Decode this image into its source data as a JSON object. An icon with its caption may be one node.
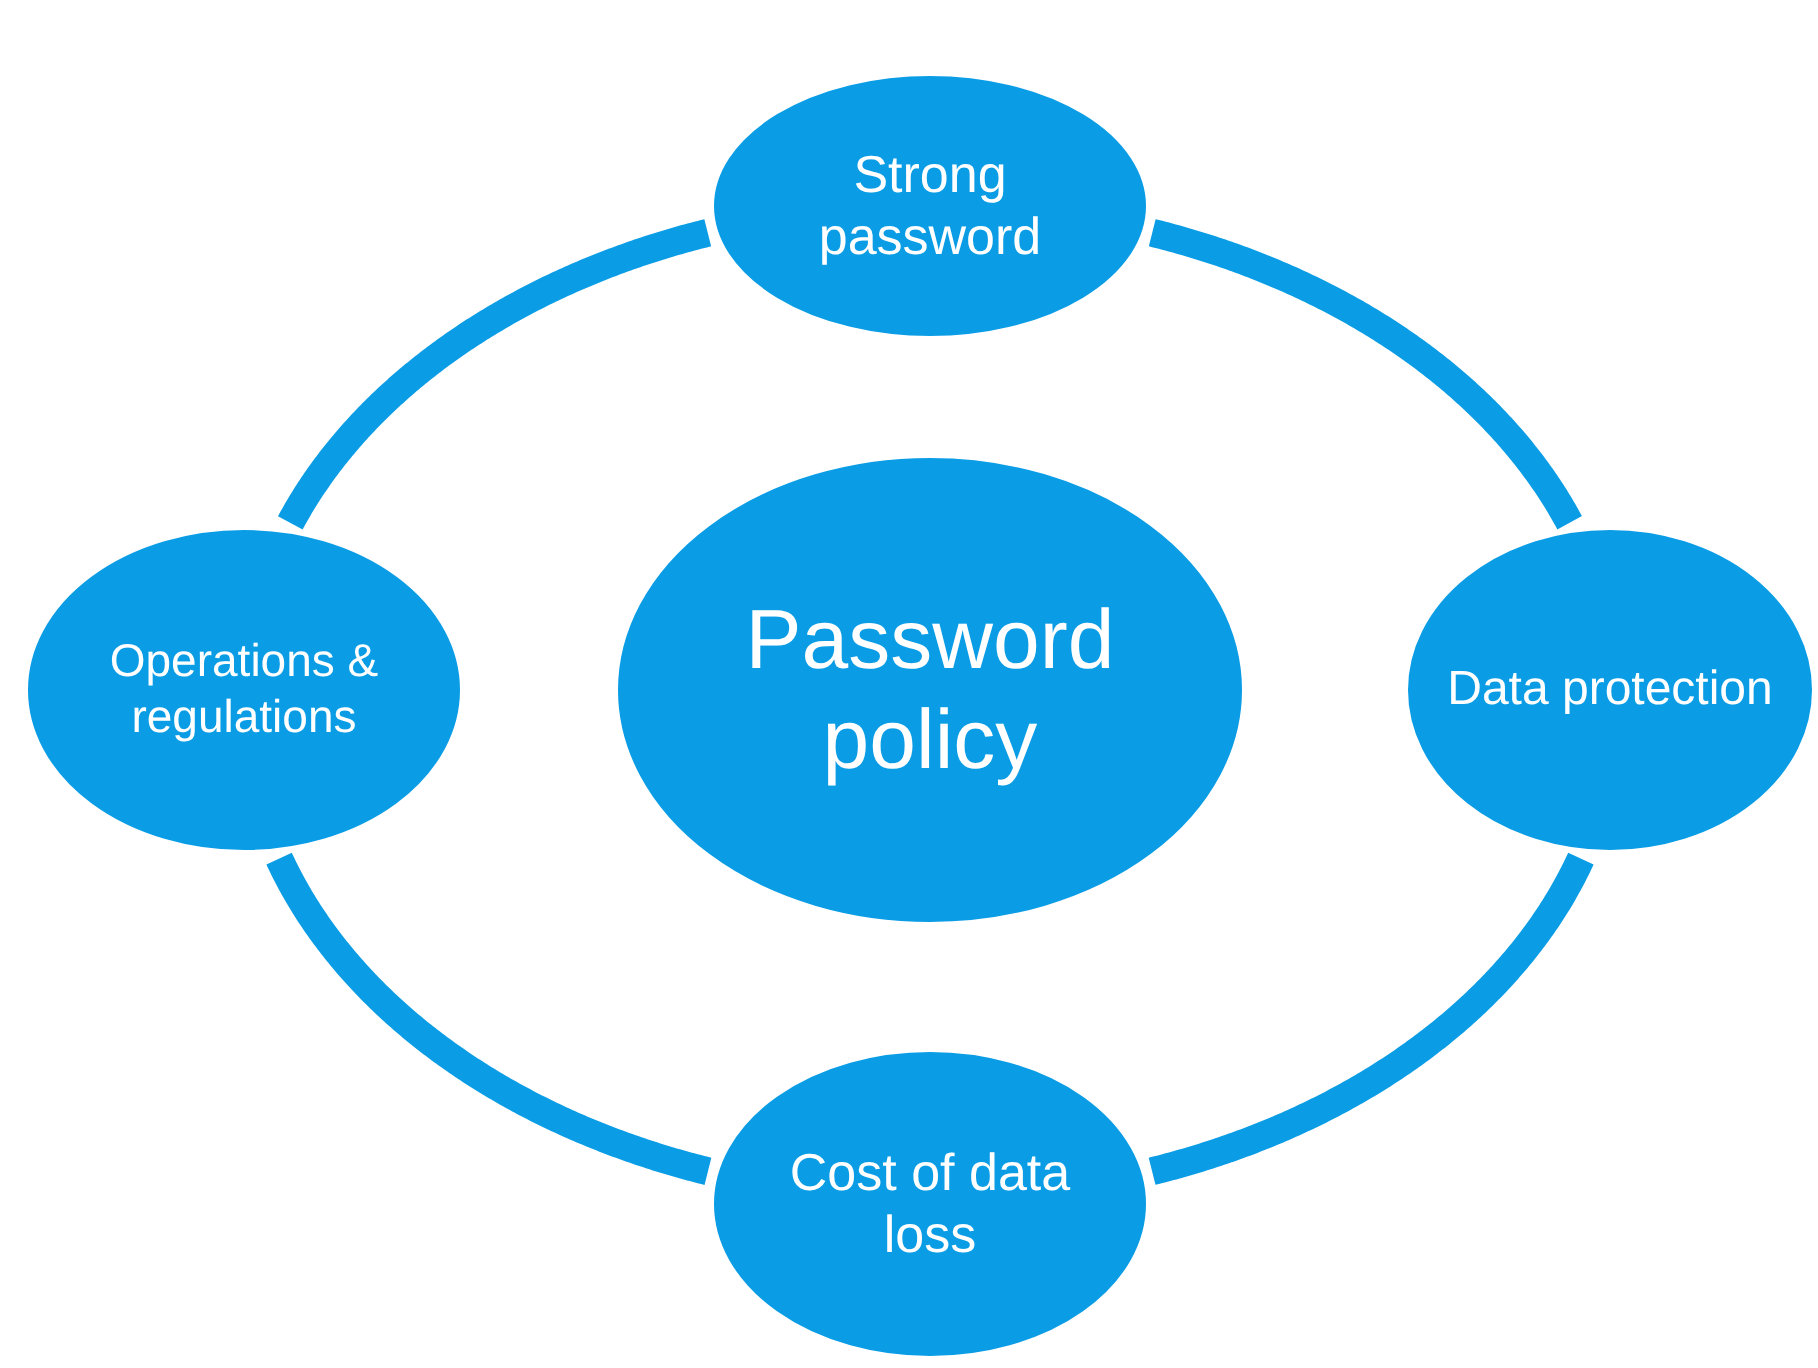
{
  "diagram": {
    "nodes": [
      {
        "text": [
          "Password policy"
        ]
      },
      {
        "text": [
          "Strong password"
        ]
      },
      {
        "text": [
          "Data protection"
        ]
      },
      {
        "text": [
          "Cost of data loss"
        ]
      },
      {
        "text": [
          "Operations & regulations"
        ]
      }
    ],
    "edges": [
      {
        "from": 1,
        "to": 2,
        "arrow": "none"
      },
      {
        "from": 2,
        "to": 3,
        "arrow": "none"
      },
      {
        "from": 3,
        "to": 4,
        "arrow": "none"
      },
      {
        "from": 4,
        "to": 1,
        "arrow": "none"
      }
    ]
  }
}
